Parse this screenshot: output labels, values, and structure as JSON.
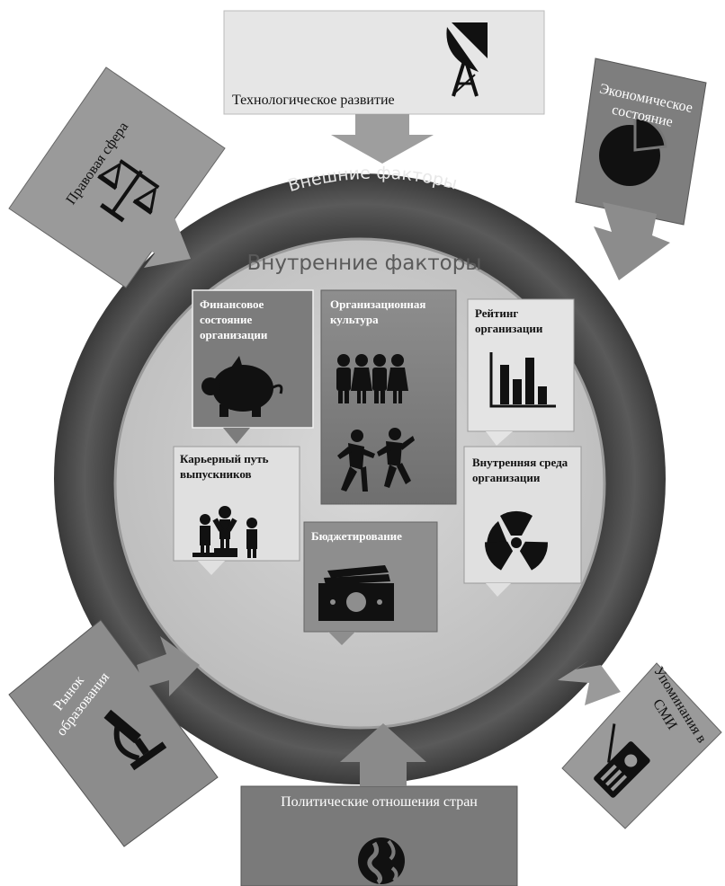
{
  "outer_title": "Внешние факторы",
  "inner_title": "Внутренние факторы",
  "external": {
    "technology": "Технологическое развитие",
    "economy": "Экономическое состояние",
    "legal": "Правовая сфера",
    "education_market": "Рынок образования",
    "media": "Упоминания в СМИ",
    "politics": "Политические отношения стран"
  },
  "internal": {
    "finance": "Финансовое состояние организации",
    "culture": "Организационная культура",
    "rating": "Рейтинг организации",
    "career": "Карьерный путь выпускников",
    "environment": "Внутренняя среда организации",
    "budget": "Бюджетирование"
  },
  "icons": [
    "satellite-dish-icon",
    "pie-chart-icon",
    "scales-icon",
    "microscope-icon",
    "radio-icon",
    "globe-icon",
    "piggy-bank-icon",
    "people-icon",
    "dancing-people-icon",
    "bar-chart-icon",
    "podium-icon",
    "radiation-icon",
    "money-icon"
  ],
  "colors": {
    "ring": "#4a4a4a",
    "ring_light": "#6a6a6a",
    "inner": "#cfcfcf",
    "box_light": "#e4e4e4",
    "box_mid": "#a8a8a8",
    "box_dark": "#7a7a7a"
  }
}
